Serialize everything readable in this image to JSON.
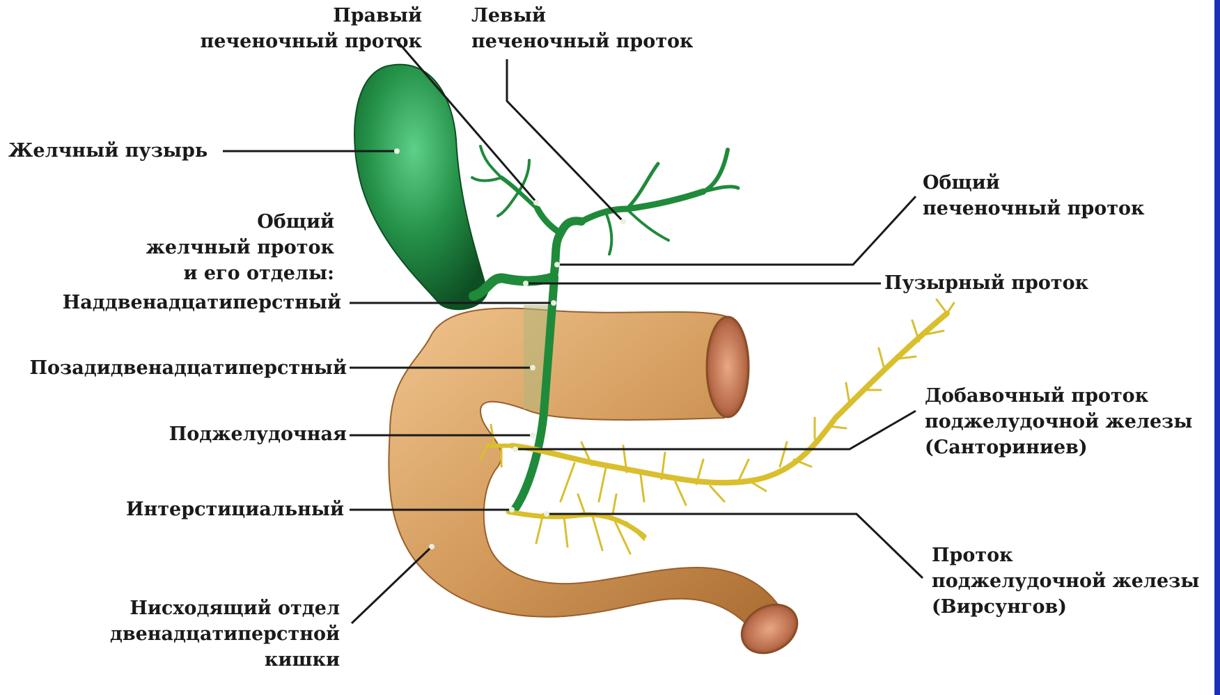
{
  "colors": {
    "bile_ducts": "#1f8a3a",
    "gallbladder": "#249148",
    "duodenum": "#d39b5c",
    "pancreatic_ducts": "#d9bf2e",
    "leader_lines": "#1a1a1a",
    "frame": "#1b2fb8"
  },
  "labels": {
    "right_hepatic_duct": [
      "Правый",
      "печеночный проток"
    ],
    "left_hepatic_duct": [
      "Левый",
      "печеночный проток"
    ],
    "gallbladder": [
      "Желчный пузырь"
    ],
    "common_bile_duct_parts": [
      "Общий",
      "желчный проток",
      "и его отделы:"
    ],
    "common_hepatic_duct": [
      "Общий",
      "печеночный проток"
    ],
    "cystic_duct": [
      "Пузырный проток"
    ],
    "supraduodenal": [
      "Наддвенадцатиперстный"
    ],
    "retroduodenal": [
      "Позадидвенадцатиперстный"
    ],
    "pancreatic_part": [
      "Поджелудочная"
    ],
    "accessory_pancreatic_duct": [
      "Добавочный проток",
      "поджелудочной железы",
      "(Санториниев)"
    ],
    "interstitial": [
      "Интерстициальный"
    ],
    "pancreatic_duct": [
      "Проток",
      "поджелудочной железы",
      "(Вирсунгов)"
    ],
    "descending_duodenum": [
      "Нисходящий отдел",
      "двенадцатиперстной",
      "кишки"
    ]
  }
}
